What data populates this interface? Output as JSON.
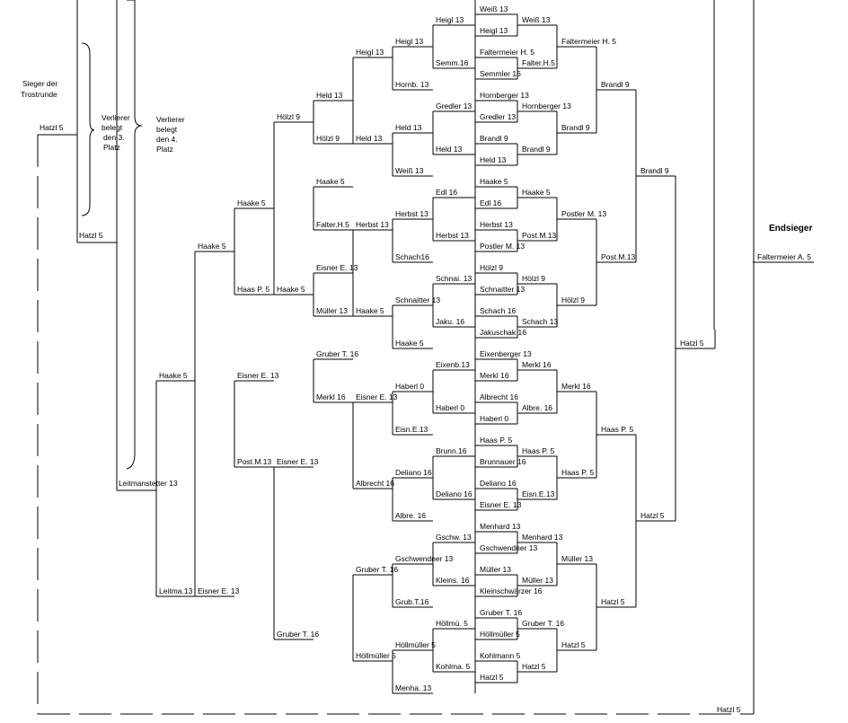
{
  "headings": {
    "endsieger": "Endsieger",
    "trostrunde_1": "Sieger der",
    "trostrunde_2": "Trostrunde",
    "third_1": "Verlierer",
    "third_2": "belegt",
    "third_3": "den 3.",
    "third_4": "Platz",
    "fourth_1": "Verlierer",
    "fourth_2": "belegt",
    "fourth_3": "den 4.",
    "fourth_4": "Platz"
  },
  "right_bracket": {
    "round1": [
      "Weiß 13",
      "Heigl 13",
      "Faltermeier H. 5",
      "Semmler 16",
      "Hornberger 13",
      "Gredler 13",
      "Brandl 9",
      "Held 13",
      "Haake 5",
      "Edl 16",
      "Herbst 13",
      "Postler M. 13",
      "Hölzl 9",
      "Schnaitter 13",
      "Schach 16",
      "Jakuschak 16",
      "Eixenberger  13",
      "Merkl 16",
      "Albrecht 16",
      "Haberl 0",
      "Haas P. 5",
      "Brunnauer 16",
      "Deliano 16",
      "Eisner E. 13",
      "Menhard 13",
      "Gschwendner 13",
      "Müller 13",
      "Kleinschwärzer 16",
      "Gruber T. 16",
      "Höllmüller 5",
      "Kohlmann 5",
      "Hatzl 5"
    ],
    "round2": [
      "Weiß 13",
      "Falter.H.5",
      "Hornberger 13",
      "Brandl 9",
      "Haake 5",
      "Post.M.13",
      "Hölzl 9",
      "Schach 13",
      "Merkl 16",
      "Albre. 16",
      "Haas P. 5",
      "Eisn.E.13",
      "Menhard 13",
      "Müller 13",
      "Gruber T. 16",
      "Hatzl 5"
    ],
    "round3": [
      "Faltermeier H. 5",
      "Brandl 9",
      "Postler M. 13",
      "Hölzl 9",
      "Merkl 16",
      "Haas P. 5",
      "Müller 13",
      "Hatzl 5"
    ],
    "round4": [
      "Brandl 9",
      "Post.M.13",
      "Haas P. 5",
      "Hatzl 5"
    ],
    "round5": [
      "Brandl 9",
      "Hatzl 5"
    ],
    "round6": [
      "Hatzl 5"
    ]
  },
  "left_bracket": {
    "round1": [
      "Heigl 13",
      "Semm.16",
      "Gredler 13",
      "Held 13",
      "Edl 16",
      "Herbst 13",
      "Schnai. 13",
      "Jaku. 16",
      "Eixenb.13",
      "Haberl 0",
      "Brunn.16",
      "Deliano 16",
      "Gschw. 13",
      "Kleins. 16",
      "Höllmü. 5",
      "Kohlma. 5"
    ],
    "round2": [
      "Heigl 13",
      "Hornb. 13",
      "Held 13",
      "Weiß 13",
      "Herbst 13",
      "Schach16",
      "Schnaitter 13",
      "Haake 5",
      "Haberl 0",
      "Eisn.E.13",
      "Deliano 16",
      "Albre. 16",
      "Gschwendner 13",
      "Grub.T.16",
      "Höllmüller 5",
      "Menha. 13"
    ],
    "round3": [
      "Heigl 13",
      "Held 13",
      "Herbst 13",
      "Haake 5",
      "Eisner E. 13",
      "Albrecht 16",
      "Gruber T. 16",
      "Höllmüller 5"
    ],
    "round4": [
      "Held 13",
      "Hölzl 9",
      "Haake 5",
      "Falter.H.5",
      "Eisner E. 13",
      "Müller 13",
      "Gruber T. 16",
      "Merkl 16"
    ],
    "round5": [
      "Hölzl 9",
      "Haake 5",
      "Eisner E. 13",
      "Gruber T. 16"
    ],
    "round6": [
      "Haake 5",
      "Haas P. 5",
      "Eisner E. 13",
      "Post.M.13"
    ],
    "round7": [
      "Haake 5",
      "Eisner E. 13"
    ],
    "round8": [
      "Haake 5",
      "Leitma.13"
    ],
    "round9": [
      "Leitmanstetter 13"
    ],
    "third_place": [
      "Hatzl 5"
    ],
    "trostrunde_winner": [
      "Hatzl 5"
    ]
  },
  "final": {
    "finalist_bottom": "Hatzl 5",
    "winner": "Faltermeier A. 5"
  }
}
